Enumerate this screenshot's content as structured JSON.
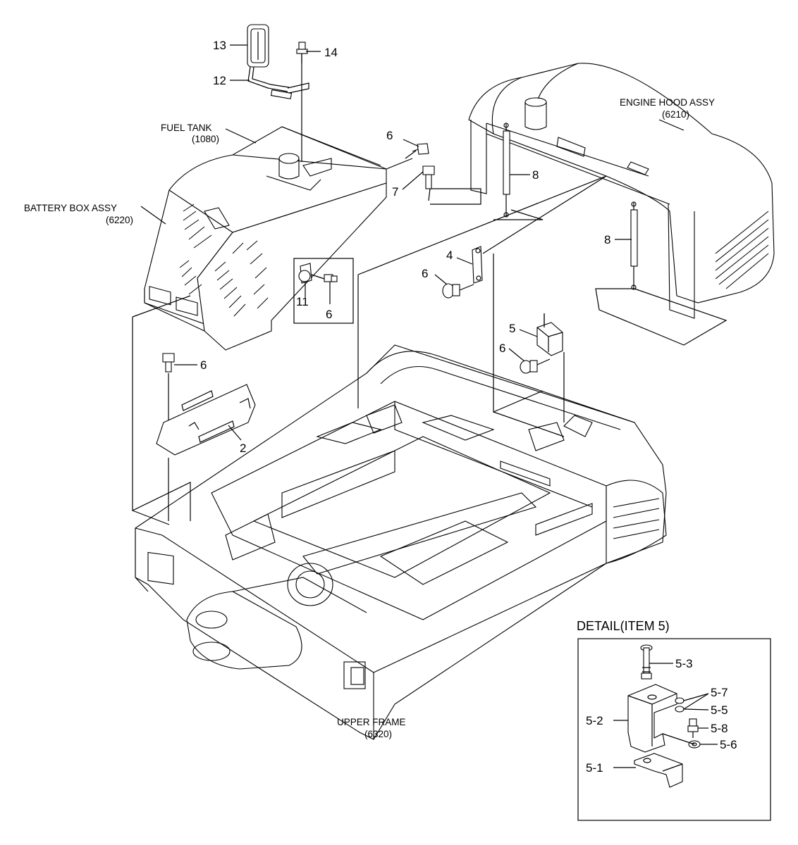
{
  "assemblies": {
    "fuel_tank": {
      "name": "FUEL TANK",
      "code": "(1080)"
    },
    "battery_box": {
      "name": "BATTERY BOX ASSY",
      "code": "(6220)"
    },
    "engine_hood": {
      "name": "ENGINE HOOD ASSY",
      "code": "(6210)"
    },
    "upper_frame": {
      "name": "UPPER FRAME",
      "code": "(6320)"
    }
  },
  "callouts": {
    "c13": "13",
    "c14": "14",
    "c12": "12",
    "c6_top": "6",
    "c7": "7",
    "c8_left": "8",
    "c8_right": "8",
    "c4": "4",
    "c6_mid": "6",
    "c11": "11",
    "c6_box": "6",
    "c5": "5",
    "c6_item5": "6",
    "c6_plate": "6",
    "c2": "2"
  },
  "detail": {
    "title": "DETAIL(ITEM 5)",
    "labels": {
      "d53": "5-3",
      "d57": "5-7",
      "d55": "5-5",
      "d52": "5-2",
      "d58": "5-8",
      "d56": "5-6",
      "d51": "5-1"
    }
  }
}
